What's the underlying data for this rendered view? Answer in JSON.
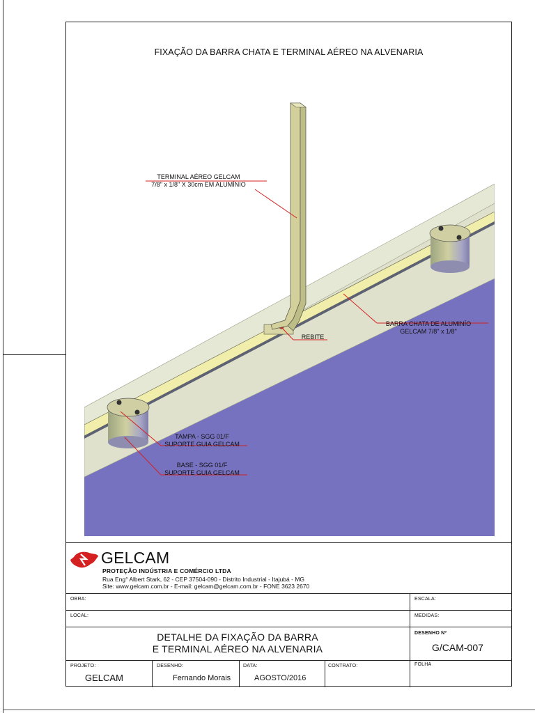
{
  "drawing_title": "FIXAÇÃO DA BARRA CHATA E TERMINAL AÉREO NA ALVENARIA",
  "callouts": {
    "terminal_line1": "TERMINAL AÉREO GELCAM",
    "terminal_line2": "7/8\" x 1/8\" X 30cm EM ALUMÍNIO",
    "barra_line1": "BARRA CHATA DE ALUMINÍO",
    "barra_line2": "GELCAM 7/8\" x 1/8\"",
    "rebite": "REBITE",
    "tampa_line1": "TAMPA - SGG 01/F",
    "tampa_line2": "SUPORTE GUIA GELCAM",
    "base_line1": "BASE - SGG 01/F",
    "base_line2": "SUPORTE GUIA GELCAM"
  },
  "company": {
    "name": "GELCAM",
    "subtitle": "PROTEÇÃO INDÚSTRIA E COMÉRCIO LTDA",
    "address": "Rua Eng° Albert Stark, 62 - CEP 37504-090 - Distrito Industrial - Itajubá - MG",
    "contact": "Site: www.gelcam.com.br - E-mail: gelcam@gelcam.com.br - FONE 3623 2670"
  },
  "title_block": {
    "obra_label": "OBRA:",
    "escala_label": "ESCALA:",
    "local_label": "LOCAL:",
    "medidas_label": "MEDIDAS:",
    "title_line1": "DETALHE DA FIXAÇÃO DA BARRA",
    "title_line2": "E TERMINAL AÉREO NA ALVENARIA",
    "desenho_n_label": "DESENHO  Nº",
    "desenho_n_value": "G/CAM-007",
    "projeto_label": "PROJETO:",
    "projeto_value": "GELCAM",
    "desenho_label": "DESENHO:",
    "desenho_value": "Fernando Morais",
    "data_label": "DATA:",
    "data_value": "AGOSTO/2016",
    "contrato_label": "CONTRATO:",
    "folha_label": "FOLHA"
  },
  "colors": {
    "accent_red": "#d42020",
    "wall_top": "#dfe1cc",
    "wall_face": "#7772c0",
    "metal": "#cfcf98"
  }
}
